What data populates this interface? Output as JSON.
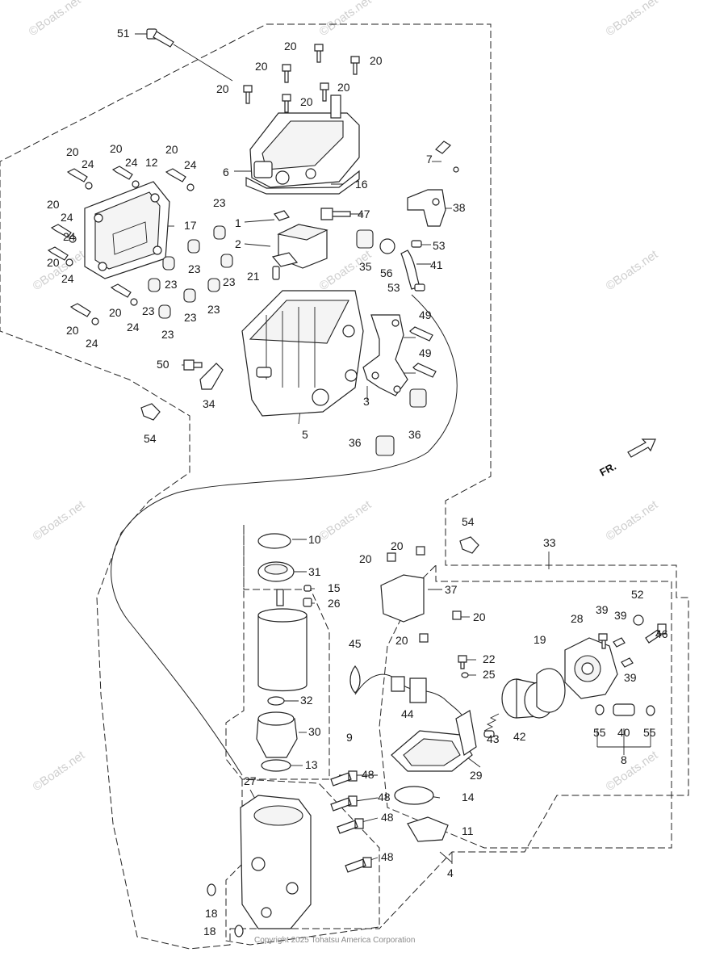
{
  "diagram": {
    "watermarks": [
      "©Boats.net",
      "©Boats.net",
      "©Boats.net",
      "©Boats.net",
      "©Boats.net",
      "©Boats.net",
      "©Boats.net",
      "©Boats.net",
      "©Boats.net",
      "©Boats.net",
      "©Boats.net"
    ],
    "copyright": "Copyright 2025 Tohatsu America Corporation",
    "direction_label": "FR.",
    "callouts": {
      "p51": "51",
      "p20a": "20",
      "p20b": "20",
      "p20c": "20",
      "p20d": "20",
      "p20e": "20",
      "p20f": "20",
      "p6": "6",
      "p16": "16",
      "p7": "7",
      "p38": "38",
      "p20g": "20",
      "p20h": "20",
      "p20i": "20",
      "p24a": "24",
      "p24b": "24",
      "p24c": "24",
      "p12": "12",
      "p20j": "20",
      "p24d": "24",
      "p17": "17",
      "p20k": "20",
      "p24e": "24",
      "p24f": "24",
      "p20l": "20",
      "p24g": "24",
      "p20m": "20",
      "p24h": "24",
      "p23a": "23",
      "p23b": "23",
      "p23c": "23",
      "p23d": "23",
      "p23e": "23",
      "p23f": "23",
      "p23g": "23",
      "p23h": "23",
      "p1": "1",
      "p2": "2",
      "p21": "21",
      "p47": "47",
      "p35": "35",
      "p56": "56",
      "p53a": "53",
      "p41": "41",
      "p53b": "53",
      "p49a": "49",
      "p49b": "49",
      "p50": "50",
      "p34": "34",
      "p5": "5",
      "p3": "3",
      "p36a": "36",
      "p36b": "36",
      "p54a": "54",
      "p10": "10",
      "p31": "31",
      "p15": "15",
      "p26": "26",
      "p32": "32",
      "p30": "30",
      "p9": "9",
      "p13": "13",
      "p54b": "54",
      "p33": "33",
      "p20n": "20",
      "p20o": "20",
      "p37": "37",
      "p20p": "20",
      "p20q": "20",
      "p45": "45",
      "p44": "44",
      "p22": "22",
      "p25": "25",
      "p43": "43",
      "p42": "42",
      "p19": "19",
      "p28": "28",
      "p39a": "39",
      "p39b": "39",
      "p39c": "39",
      "p52": "52",
      "p46": "46",
      "p55a": "55",
      "p40": "40",
      "p55b": "55",
      "p8": "8",
      "p29": "29",
      "p27": "27",
      "p48a": "48",
      "p48b": "48",
      "p48c": "48",
      "p48d": "48",
      "p14": "14",
      "p11": "11",
      "p4": "4",
      "p18a": "18",
      "p18b": "18"
    }
  }
}
